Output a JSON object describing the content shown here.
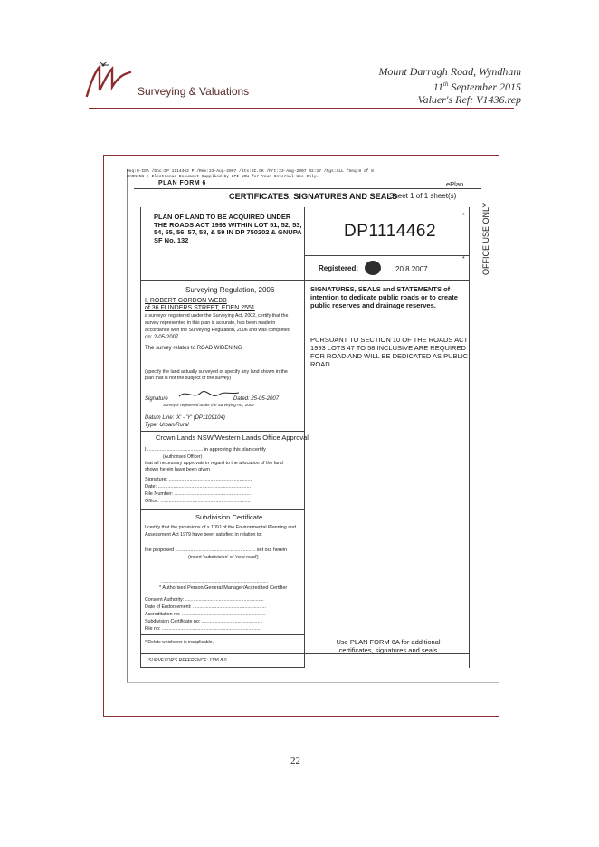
{
  "header": {
    "brand": "Surveying & Valuations",
    "address": "Mount Darragh Road, Wyndham",
    "date_day": "11",
    "date_suffix": "th",
    "date_rest": " September 2015",
    "ref": "Valuer's Ref: V1436.rep"
  },
  "doc": {
    "fax_line1": "Req:R-IDA /Doc:DP 1114462 P /Rev:23-Aug-2007 /Sts:SC.OK /Prt:23-Aug-2007 02:17 /Pgs:ALL /Seq:8 of 8",
    "fax_line2": "WARNING : Electronic Document Supplied by LPI NSW for Your Internal Use Only.",
    "plan_form": "PLAN FORM 6",
    "eplan": "ePlan",
    "title": "CERTIFICATES, SIGNATURES AND SEALS",
    "sheet": "Sheet  1  of  1  sheet(s)",
    "office_use": "OFFICE USE ONLY",
    "plan_title": "PLAN OF LAND TO BE ACQUIRED UNDER THE ROADS ACT 1993 WITHIN LOT 51, 52, 53, 54, 55, 56, 57, 58, & 59 IN DP 750202 & GNUPA SF No. 132",
    "dp_number": "DP1114462",
    "registered_label": "Registered:",
    "registered_date": "20.8.2007",
    "survey_reg": "Surveying Regulation, 2006",
    "surveyor_name": "I, ROBERT GORDON WEBB",
    "surveyor_address": "of 36 FLINDERS STREET, EDEN 2551",
    "surveyor_cert1": "a surveyor registered under the Surveying Act, 2002, certify that the",
    "surveyor_cert2": "survey represented in this plan is accurate, has been made in",
    "surveyor_cert3": "accordance with the Surveying Regulation, 2006 and was completed",
    "completed_on": "on: 2-05-2007",
    "survey_relates": "The survey relates to ROAD WIDENING",
    "specify1": "(specify the land actually surveyed or specify any land shown in the",
    "specify2": "plan that is not the subject of the survey)",
    "signature_label": "Signature",
    "dated": "Dated: 25-05-2007",
    "surveyor_reg_note": "Surveyor registered under the Surveying Act, 2002",
    "datum_line": "Datum Line: 'X' - 'Y' (DP1109104)",
    "type_line": "Type: Urban/Rural",
    "crown_title": "Crown Lands NSW/Western Lands Office Approval",
    "crown_l1": "I ........................................ in approving this plan certify",
    "crown_l2": "(Authorised Officer)",
    "crown_l3": "that all necessary approvals in regard to the allocation of the land",
    "crown_l4": "shown herein have been given",
    "crown_sig": "Signature: ............................................................",
    "crown_date": "Date: ...................................................................",
    "crown_file": "File Number: .......................................................",
    "crown_office": "Office: .................................................................",
    "subdiv_title": "Subdivision Certificate",
    "subdiv_l1": "I certify that the provisions of s.109J of the Environmental Planning and",
    "subdiv_l2": "Assessment Act 1979 have been satisfied in relation to:",
    "proposed": "the proposed .......................................................... set out herein",
    "insert_note": "(insert 'subdivision' or 'new road')",
    "authorised": "* Authorised Person/General Manager/Accredited Certifier",
    "consent": "Consent Authority: ...........................................................",
    "endorsement": "Date of Endorsement: .......................................................",
    "accreditation": "Accreditation no: ...............................................................",
    "subdiv_cert_no": "Subdivision Certificate no: ..............................................",
    "file_no": "File no: ...........................................................................",
    "delete_note": "* Delete whichever is inapplicable.",
    "surveyors_ref": "SURVEYOR'S REFERENCE: 1136 8.0",
    "sig_title": "SIGNATURES, SEALS and STATEMENTS of intention to dedicate public roads or to create public reserves and drainage reserves.",
    "road_text": "PURSUANT TO SECTION 10 OF THE ROADS ACT 1993 LOTS 47 TO 58 INCLUSIVE ARE REQUIRED FOR ROAD AND WILL BE DEDICATED AS PUBLIC ROAD",
    "plan_form_6a": "Use PLAN FORM 6A for additional certificates, signatures and seals"
  },
  "page_number": "22",
  "colors": {
    "accent": "#8b2d2d"
  }
}
